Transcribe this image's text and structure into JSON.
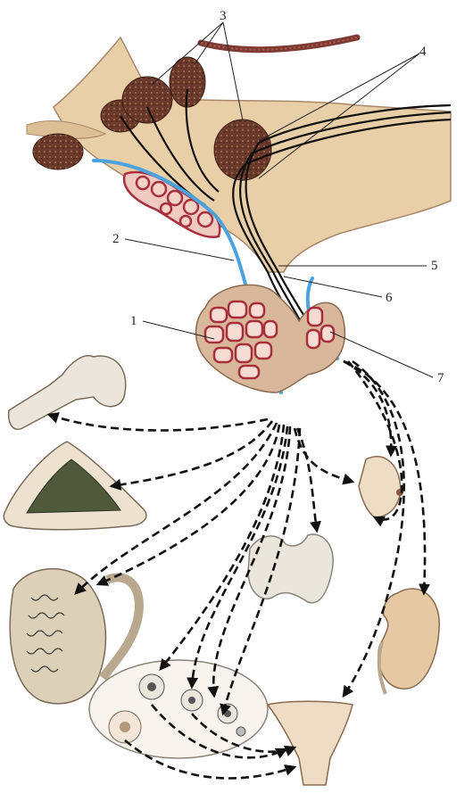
{
  "labels": {
    "l1": "1",
    "l2": "2",
    "l3": "3",
    "l4": "4",
    "l5": "5",
    "l6": "6",
    "l7": "7"
  },
  "colors": {
    "brain_tissue": "#e8cfa7",
    "nucleus": "#6b3a2a",
    "portal_vessel": "#4aa3df",
    "capillary": "#a8303d",
    "pituitary": "#d9b79a",
    "arrow": "#111111"
  }
}
